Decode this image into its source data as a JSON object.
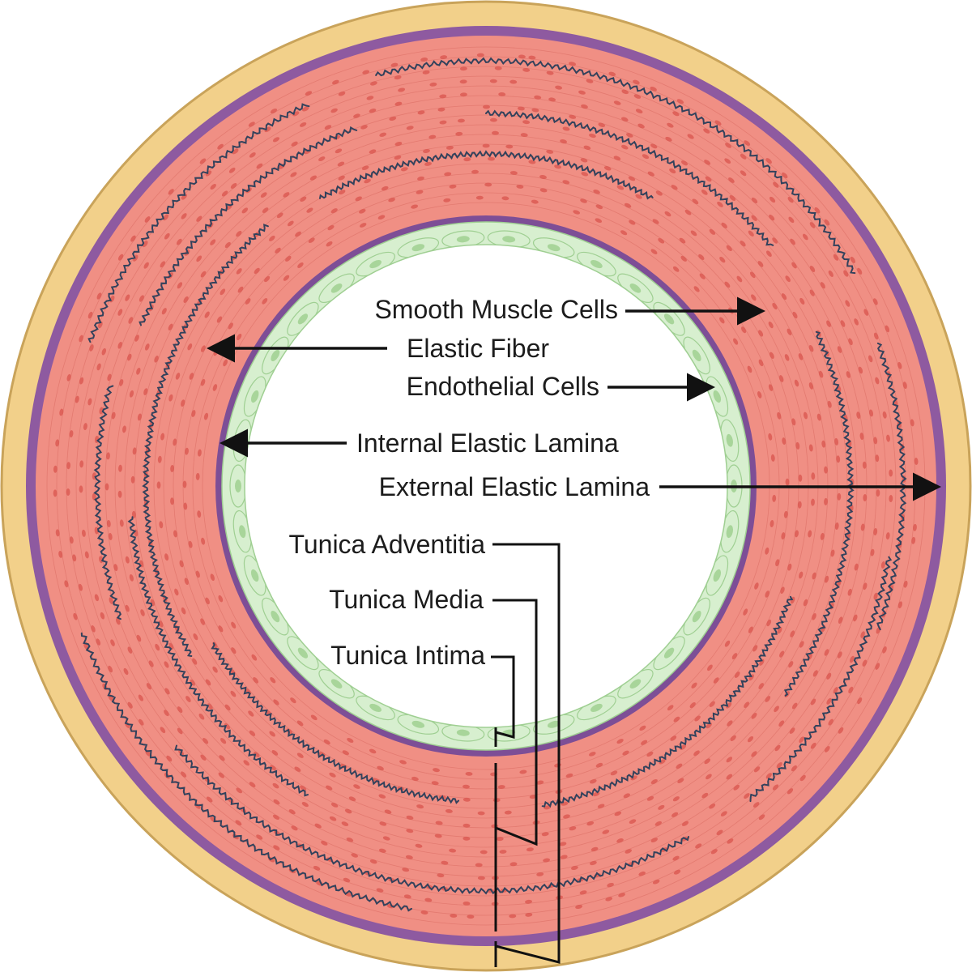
{
  "labels": {
    "smooth_muscle_cells": "Smooth Muscle Cells",
    "elastic_fiber": "Elastic Fiber",
    "endothelial_cells": "Endothelial Cells",
    "internal_elastic_lamina": "Internal Elastic Lamina",
    "external_elastic_lamina": "External Elastic Lamina",
    "tunica_adventitia": "Tunica Adventitia",
    "tunica_media": "Tunica Media",
    "tunica_intima": "Tunica Intima"
  },
  "colors": {
    "adventitia": "#f2d08a",
    "adventitia_outline": "#c9a35a",
    "external_lamina": "#8e5aa0",
    "media": "#f08f84",
    "media_streak": "#d86a60",
    "nucleus": "#d9544d",
    "elastic_fiber": "#33425c",
    "internal_lamina": "#7d4e96",
    "intima": "#d7efcf",
    "endothelial_nucleus": "#a8d59a",
    "lumen": "#ffffff",
    "leader": "#111111"
  }
}
